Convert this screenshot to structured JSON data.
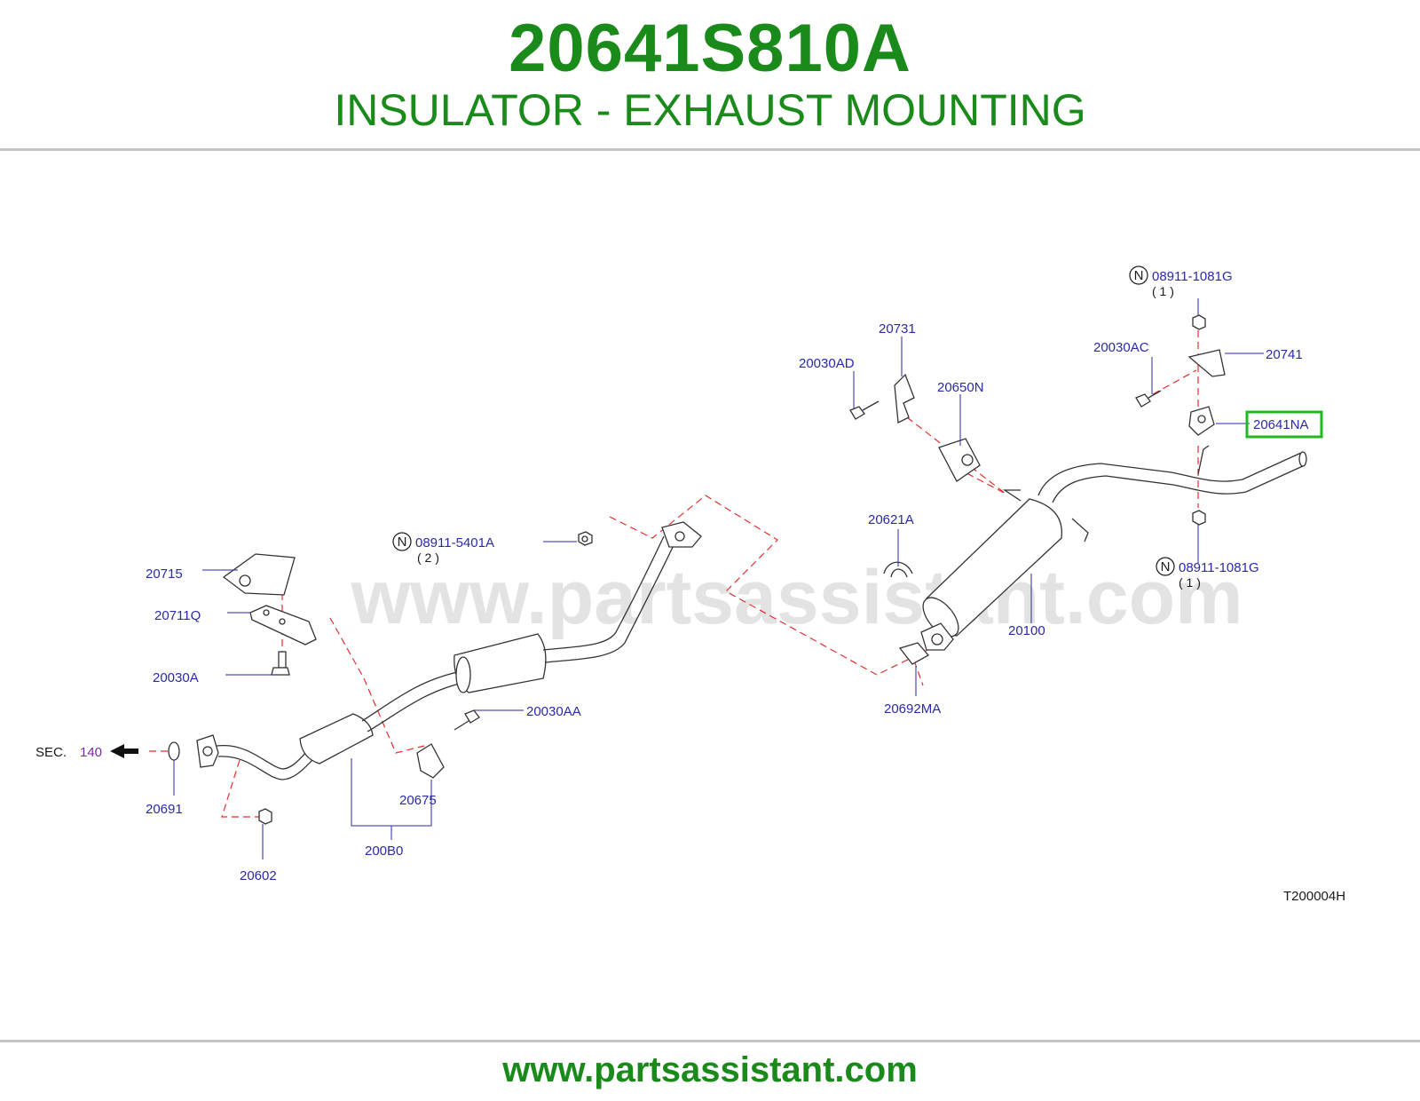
{
  "header": {
    "part_number": "20641S810A",
    "part_title": "INSULATOR - EXHAUST MOUNTING"
  },
  "watermark": "www.partsassistant.com",
  "footer": {
    "url": "www.partsassistant.com"
  },
  "diagram": {
    "code": "T200004H",
    "sec_label": "SEC.",
    "sec_number": "140",
    "n_symbol": "N",
    "labels": {
      "p08911_1081g_top": "08911-1081G",
      "qty_top": "( 1 )",
      "p20731": "20731",
      "p20030ad": "20030AD",
      "p20030ac": "20030AC",
      "p20741": "20741",
      "p20650n": "20650N",
      "p20641na": "20641NA",
      "p20621a": "20621A",
      "p08911_1081g_bottom": "08911-1081G",
      "qty_bottom": "( 1 )",
      "p08911_5401a": "08911-5401A",
      "qty_5401": "( 2 )",
      "p20715": "20715",
      "p20711q": "20711Q",
      "p20030a": "20030A",
      "p20030aa": "20030AA",
      "p20100": "20100",
      "p20692ma": "20692MA",
      "p20691": "20691",
      "p20675": "20675",
      "p200b0": "200B0",
      "p20602": "20602"
    },
    "highlight_part": "20641NA",
    "colors": {
      "brand_green": "#1a8a1a",
      "label_blue": "#2a2aa8",
      "highlight": "#22b822",
      "dashed": "#e03030"
    }
  }
}
